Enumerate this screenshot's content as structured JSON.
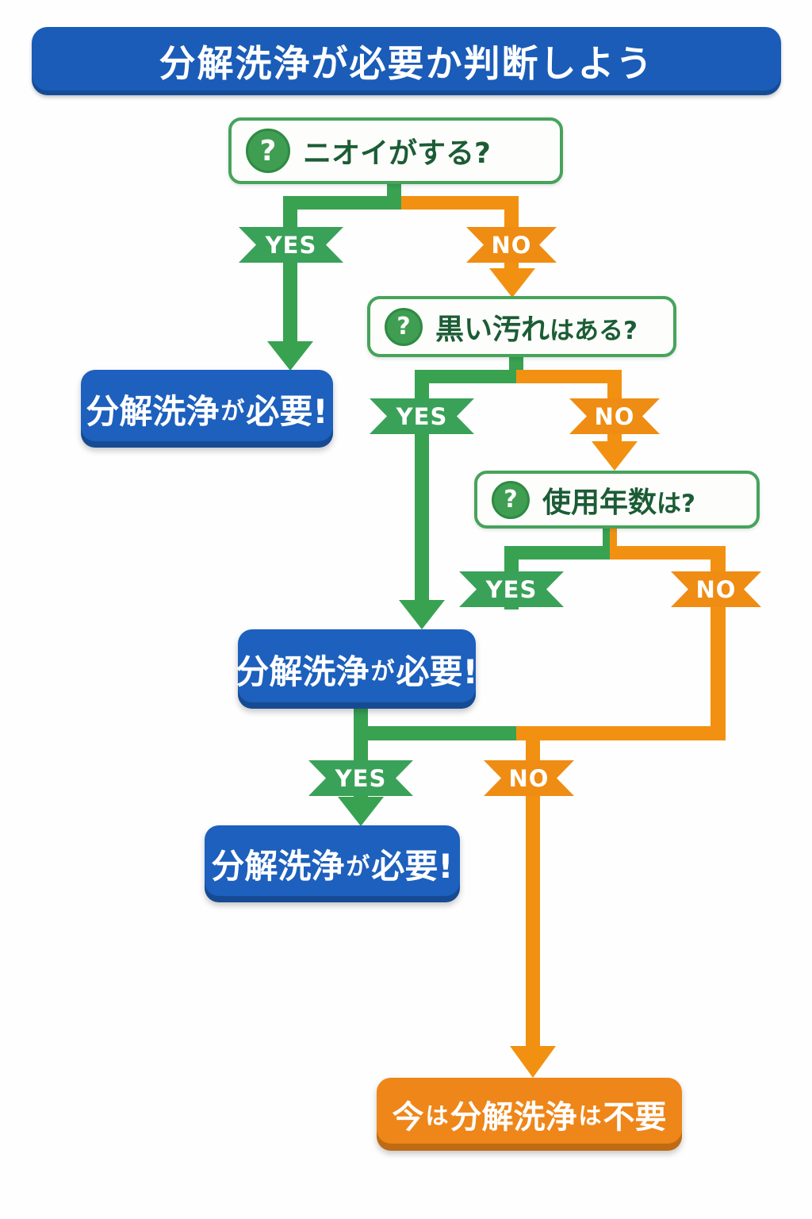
{
  "title": "分解洗浄が必要か判断しよう",
  "icons": {
    "question_mark": "?"
  },
  "branch_labels": {
    "yes": "YES",
    "no": "NO"
  },
  "questions": [
    {
      "text": "ニオイがする?",
      "suffix": ""
    },
    {
      "text": "黒い汚れ",
      "suffix": "はある?"
    },
    {
      "text": "使用年数",
      "suffix": "は?"
    }
  ],
  "results": {
    "needed": {
      "p1": "分解洗浄",
      "p2": "が",
      "p3": "必要!"
    },
    "not_needed": {
      "p1": "今",
      "p2": "は",
      "p3": "分解洗浄",
      "p4": "は",
      "p5": "不要"
    }
  },
  "colors": {
    "yes_green": "#38a251",
    "no_orange": "#f29111",
    "result_blue": "#1d60bd",
    "final_orange": "#ee8619",
    "title_blue": "#1a5cb8",
    "question_text_green": "#1c5c35"
  }
}
